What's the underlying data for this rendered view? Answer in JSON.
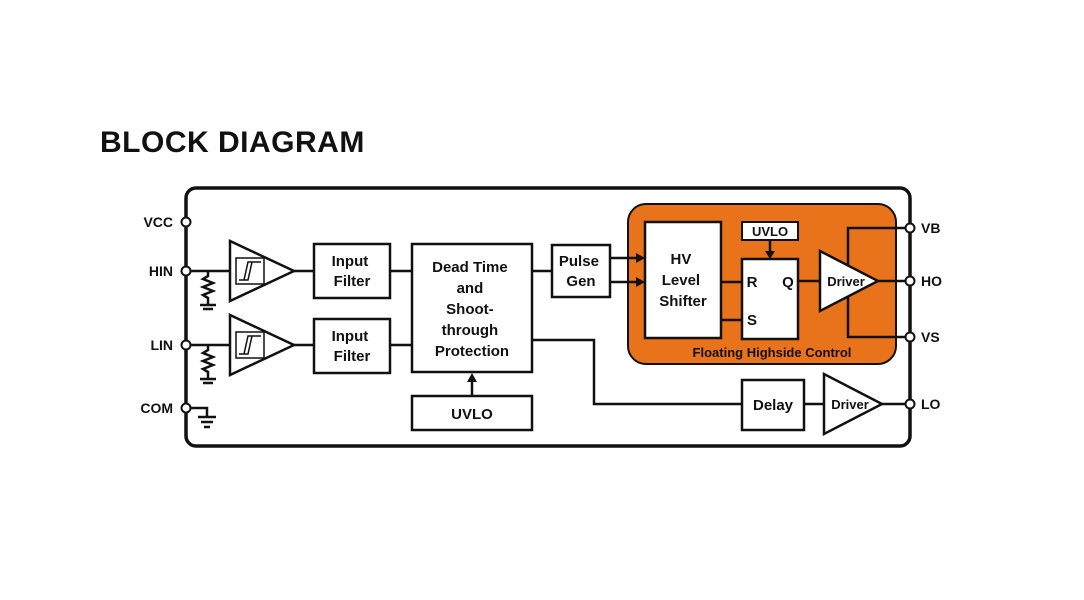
{
  "title": "BLOCK DIAGRAM",
  "colors": {
    "floating_region": "#e8731a",
    "line": "#111111",
    "background": "#ffffff"
  },
  "pins": {
    "vcc": "VCC",
    "hin": "HIN",
    "lin": "LIN",
    "com": "COM",
    "vb": "VB",
    "ho": "HO",
    "vs": "VS",
    "lo": "LO"
  },
  "blocks": {
    "input_filter_hin": [
      "Input",
      "Filter"
    ],
    "input_filter_lin": [
      "Input",
      "Filter"
    ],
    "dead_time": [
      "Dead Time",
      "and",
      "Shoot-",
      "through",
      "Protection"
    ],
    "uvlo_low": "UVLO",
    "pulse_gen": [
      "Pulse",
      "Gen"
    ],
    "hv_level_shifter": [
      "HV",
      "Level",
      "Shifter"
    ],
    "uvlo_high": "UVLO",
    "rs_latch": {
      "r": "R",
      "s": "S",
      "q": "Q"
    },
    "driver_high": "Driver",
    "driver_low": "Driver",
    "delay": "Delay"
  },
  "floating_region_label": "Floating Highside Control"
}
